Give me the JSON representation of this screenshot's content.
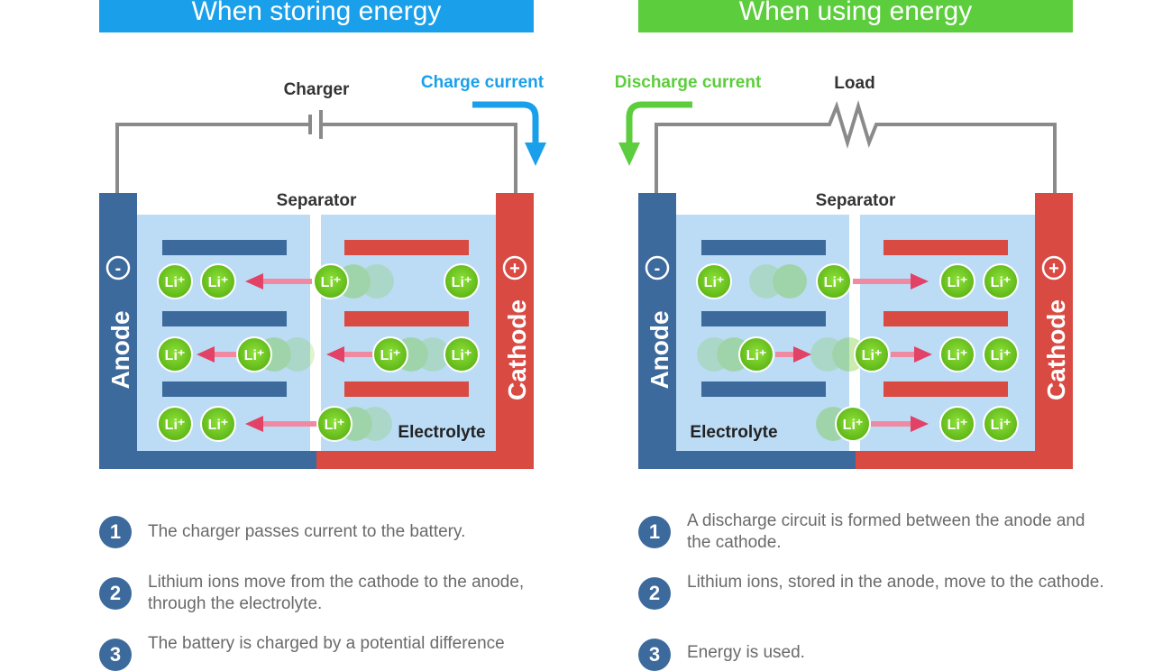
{
  "storing": {
    "title": "When storing energy",
    "source_label": "Charger",
    "current_label": "Charge current",
    "separator_label": "Separator",
    "electrolyte_label": "Electrolyte",
    "anode_label": "Anode",
    "cathode_label": "Cathode",
    "anode_sign": "-",
    "cathode_sign": "+",
    "steps": [
      {
        "num": "1",
        "text": "The charger passes current to the battery."
      },
      {
        "num": "2",
        "text": "Lithium ions move from the cathode to the anode, through the electrolyte."
      },
      {
        "num": "3",
        "text": "The battery is charged by a potential difference"
      }
    ]
  },
  "using": {
    "title": "When using energy",
    "load_label": "Load",
    "current_label": "Discharge current",
    "separator_label": "Separator",
    "electrolyte_label": "Electrolyte",
    "anode_label": "Anode",
    "cathode_label": "Cathode",
    "anode_sign": "-",
    "cathode_sign": "+",
    "steps": [
      {
        "num": "1",
        "text": "A discharge circuit is formed between the anode and the cathode."
      },
      {
        "num": "2",
        "text": "Lithium ions, stored in the anode, move to the cathode."
      },
      {
        "num": "3",
        "text": "Energy is used."
      }
    ]
  },
  "ion_label": "Li⁺",
  "colors": {
    "storing_header": "#1aa0ea",
    "using_header": "#5ccd3c",
    "anode": "#3d6a9c",
    "cathode": "#d94a43",
    "electrolyte": "#bcdcf6",
    "ion": "#6cc81e",
    "arrow": "#e24266",
    "wire": "#8a8a8a"
  }
}
